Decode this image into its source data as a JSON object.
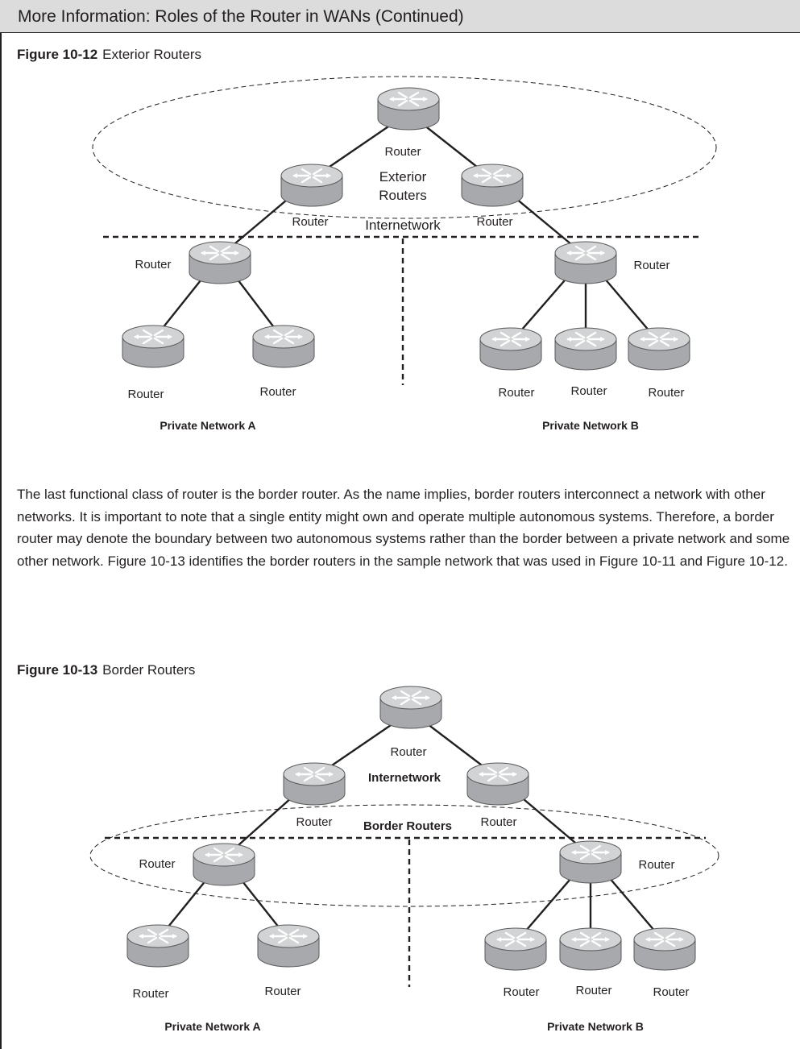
{
  "header": {
    "title": "More Information: Roles of the Router in WANs (Continued)"
  },
  "figure1": {
    "number": "Figure 10-12",
    "title": "Exterior Routers",
    "router_label": "Router",
    "ellipse_label_line1": "Exterior",
    "ellipse_label_line2": "Routers",
    "internetwork_label": "Internetwork",
    "network_a_label": "Private Network A",
    "network_b_label": "Private Network B"
  },
  "body": {
    "paragraph": "The last functional class of router is the border router. As the name implies, border routers interconnect a network with other networks. It is important to note that a single entity might own and operate multiple autonomous systems. Therefore, a border router may denote the boundary between two autonomous systems rather than the border between a private network and some other network. Figure 10-13 identifies the border routers in the sample network that was used in Figure 10-11 and Figure 10-12."
  },
  "figure2": {
    "number": "Figure 10-13",
    "title": "Border Routers",
    "router_label": "Router",
    "internetwork_label": "Internetwork",
    "border_routers_label": "Border Routers",
    "network_a_label": "Private Network A",
    "network_b_label": "Private Network B"
  },
  "colors": {
    "header_bg": "#dcdcdc",
    "ink": "#231f20",
    "router_body": "#a7a9ac",
    "router_top": "#d1d3d4"
  },
  "icons": [
    "router-icon"
  ]
}
